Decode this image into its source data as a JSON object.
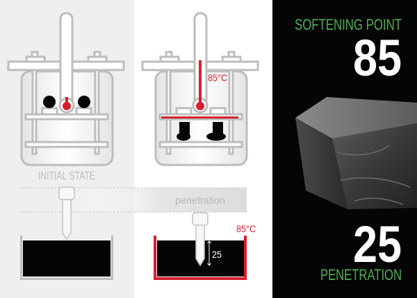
{
  "panels": {
    "initial_label": "INITIAL STATE",
    "heated_temp_label": "85°C",
    "penetration_band_label": "penetration",
    "container_temp_label": "85°C",
    "depth_label": "25"
  },
  "results": {
    "softening_point_title": "SOFTENING POINT",
    "softening_point_value": "85",
    "penetration_value": "25",
    "penetration_title": "PENETRATION"
  },
  "colors": {
    "accent_red": "#d71f2f",
    "accent_green": "#4caf50",
    "outline_gray": "#bdbdbd",
    "left_bg": "#efeff1",
    "right_bg": "#050505"
  }
}
